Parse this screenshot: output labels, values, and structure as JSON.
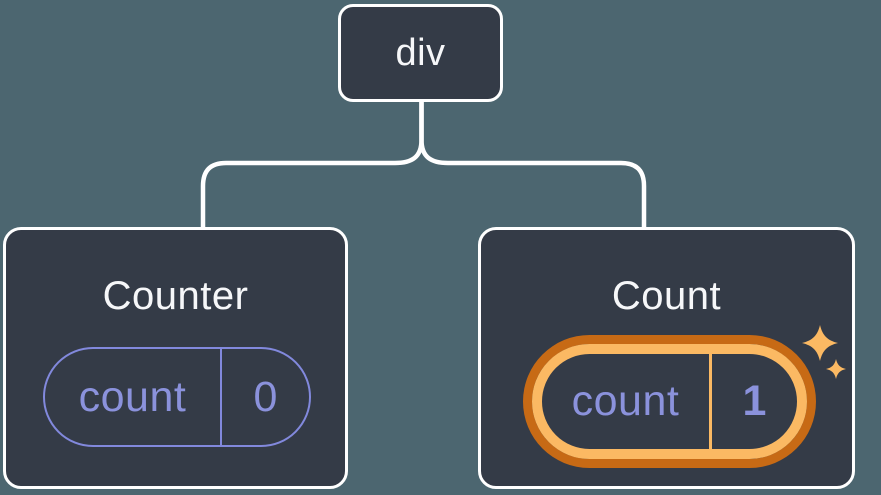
{
  "tree": {
    "root": {
      "label": "div"
    },
    "children": [
      {
        "title": "Counter",
        "highlighted": false,
        "state": {
          "key": "count",
          "value": "0"
        }
      },
      {
        "title": "Count",
        "highlighted": true,
        "state": {
          "key": "count",
          "value": "1"
        }
      }
    ]
  },
  "icons": {
    "sparkles": "sparkles-icon"
  },
  "colors": {
    "background": "#4C6670",
    "card_fill": "#343B47",
    "card_border": "#FFFFFF",
    "connector": "#FFFFFF",
    "title_text": "#F6F7F9",
    "state_text": "#8B92DC",
    "state_border": "#8289DD",
    "highlight_dark_orange": "#C76A15",
    "highlight_light_orange": "#FBB963"
  }
}
